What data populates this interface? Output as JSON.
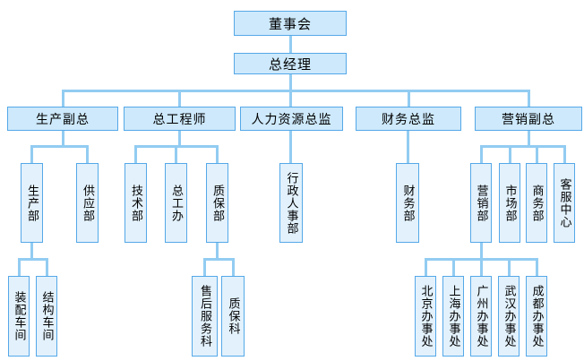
{
  "diagram_type": "org-chart",
  "colors": {
    "fill_primary": "#cde9fb",
    "fill_secondary": "#e2f1fc",
    "node_border": "#55a8e8",
    "line_color": "#92ccf2",
    "text": "#000000",
    "background": "#ffffff"
  },
  "nodes": {
    "board": "董事会",
    "general_manager": "总经理",
    "production_vp": "生产副总",
    "chief_engineer": "总工程师",
    "hr_director": "人力资源总监",
    "finance_director": "财务总监",
    "marketing_vp": "营销副总",
    "production_dept": "生产部",
    "supply_dept": "供应部",
    "technical_dept": "技术部",
    "chief_engineer_office": "总工办",
    "quality_assurance_dept": "质保部",
    "admin_hr_dept": "行政人事部",
    "finance_dept": "财务部",
    "marketing_dept": "营销部",
    "market_dept": "市场部",
    "business_dept": "商务部",
    "customer_service_center": "客服中心",
    "assembly_workshop": "装配车间",
    "structure_workshop": "结构车间",
    "aftersales_service_section": "售后服务科",
    "quality_assurance_section": "质保科",
    "beijing_office": "北京办事处",
    "shanghai_office": "上海办事处",
    "guangzhou_office": "广州办事处",
    "wuhan_office": "武汉办事处",
    "chengdu_office": "成都办事处"
  },
  "hierarchy": {
    "board": [
      "general_manager"
    ],
    "general_manager": [
      "production_vp",
      "chief_engineer",
      "hr_director",
      "finance_director",
      "marketing_vp"
    ],
    "production_vp": [
      "production_dept",
      "supply_dept"
    ],
    "production_dept": [
      "assembly_workshop",
      "structure_workshop"
    ],
    "chief_engineer": [
      "technical_dept",
      "chief_engineer_office",
      "quality_assurance_dept"
    ],
    "quality_assurance_dept": [
      "aftersales_service_section",
      "quality_assurance_section"
    ],
    "hr_director": [
      "admin_hr_dept"
    ],
    "finance_director": [
      "finance_dept"
    ],
    "marketing_vp": [
      "marketing_dept",
      "market_dept",
      "business_dept",
      "customer_service_center"
    ],
    "marketing_dept": [
      "beijing_office",
      "shanghai_office",
      "guangzhou_office",
      "wuhan_office",
      "chengdu_office"
    ]
  }
}
